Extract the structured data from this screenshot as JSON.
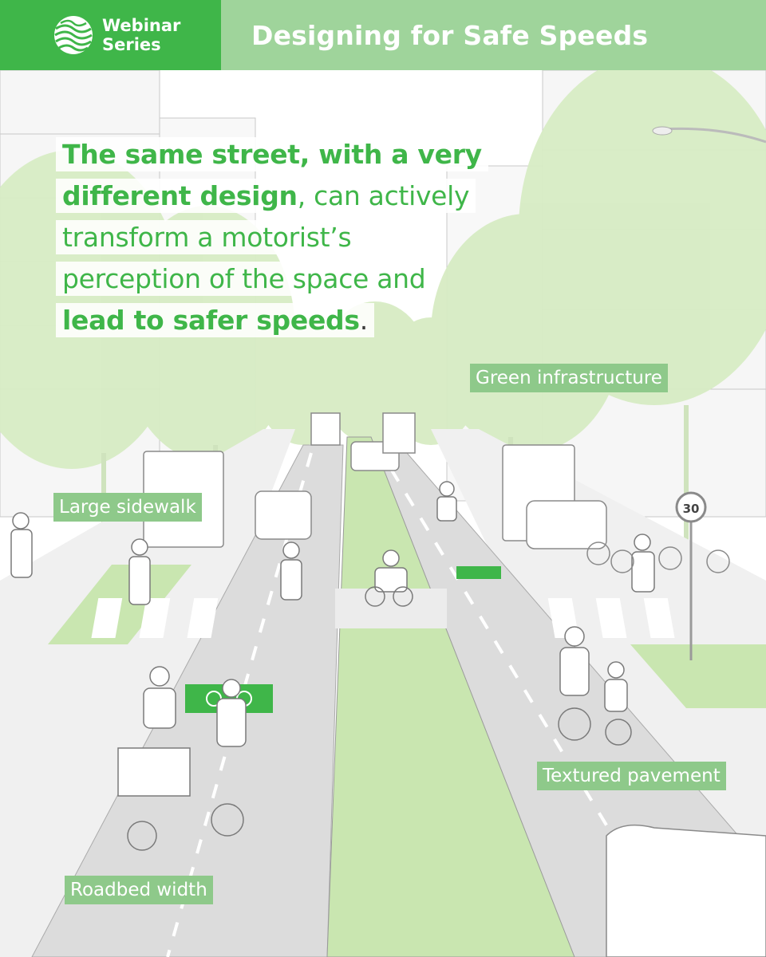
{
  "header": {
    "brand_line1": "Webinar",
    "brand_line2": "Series",
    "title": "Designing for Safe Speeds"
  },
  "headline": {
    "part1_bold": "The same street, with a very",
    "part2_bold": "different design",
    "part2_rest": ", can actively",
    "line3": "transform a motorist’s",
    "line4": "perception of the space and",
    "part5_bold": "lead to safer speeds",
    "part5_end": "."
  },
  "labels": {
    "green_infrastructure": "Green infrastructure",
    "large_sidewalk": "Large sidewalk",
    "textured_pavement": "Textured pavement",
    "roadbed_width": "Roadbed width"
  },
  "speed_sign": "30",
  "colors": {
    "brand_green": "#3fb649",
    "light_green": "#9fd49b",
    "label_green": "#8ec98a",
    "foliage": "#d7ecc4",
    "road": "#dcdcdc"
  }
}
